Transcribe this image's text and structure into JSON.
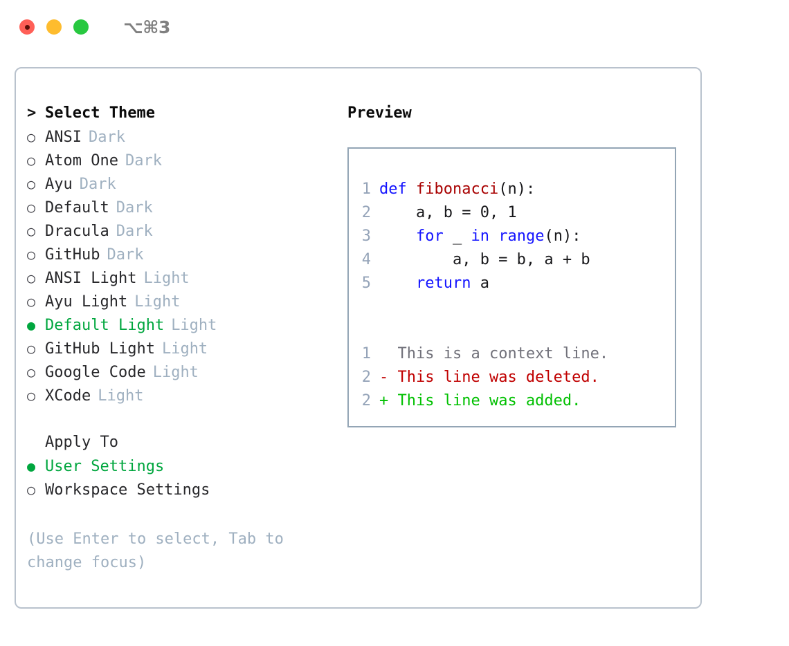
{
  "titlebar": {
    "shortcut": "⌥⌘3",
    "lights": [
      {
        "name": "close",
        "color": "#ff5f57"
      },
      {
        "name": "minimize",
        "color": "#febc2e"
      },
      {
        "name": "maximize",
        "color": "#28c840"
      }
    ]
  },
  "theme_picker": {
    "caret": ">",
    "header": "Select Theme",
    "bullet_unselected": "○",
    "bullet_selected": "●",
    "items": [
      {
        "name": "ANSI",
        "tag": "Dark",
        "selected": false
      },
      {
        "name": "Atom One",
        "tag": "Dark",
        "selected": false
      },
      {
        "name": "Ayu",
        "tag": "Dark",
        "selected": false
      },
      {
        "name": "Default",
        "tag": "Dark",
        "selected": false
      },
      {
        "name": "Dracula",
        "tag": "Dark",
        "selected": false
      },
      {
        "name": "GitHub",
        "tag": "Dark",
        "selected": false
      },
      {
        "name": "ANSI Light",
        "tag": "Light",
        "selected": false
      },
      {
        "name": "Ayu Light",
        "tag": "Light",
        "selected": false
      },
      {
        "name": "Default Light",
        "tag": "Light",
        "selected": true
      },
      {
        "name": "GitHub Light",
        "tag": "Light",
        "selected": false
      },
      {
        "name": "Google Code",
        "tag": "Light",
        "selected": false
      },
      {
        "name": "XCode",
        "tag": "Light",
        "selected": false
      }
    ]
  },
  "apply_to": {
    "label": "Apply To",
    "options": [
      {
        "name": "User Settings",
        "selected": true
      },
      {
        "name": "Workspace Settings",
        "selected": false
      }
    ]
  },
  "hint": "(Use Enter to select, Tab to change focus)",
  "preview": {
    "title": "Preview",
    "code": [
      {
        "lineno": "1",
        "tokens": [
          {
            "t": "def ",
            "c": "kw"
          },
          {
            "t": "fibonacci",
            "c": "fn"
          },
          {
            "t": "(n):",
            "c": "plain"
          }
        ]
      },
      {
        "lineno": "2",
        "tokens": [
          {
            "t": "    a, b = 0, 1",
            "c": "plain"
          }
        ]
      },
      {
        "lineno": "3",
        "tokens": [
          {
            "t": "    ",
            "c": "plain"
          },
          {
            "t": "for",
            "c": "kw"
          },
          {
            "t": " _ ",
            "c": "plain"
          },
          {
            "t": "in",
            "c": "kw"
          },
          {
            "t": " ",
            "c": "plain"
          },
          {
            "t": "range",
            "c": "kw"
          },
          {
            "t": "(n):",
            "c": "plain"
          }
        ]
      },
      {
        "lineno": "4",
        "tokens": [
          {
            "t": "        a, b = b, a + b",
            "c": "plain"
          }
        ]
      },
      {
        "lineno": "5",
        "tokens": [
          {
            "t": "    ",
            "c": "plain"
          },
          {
            "t": "return",
            "c": "kw"
          },
          {
            "t": " a",
            "c": "plain"
          }
        ]
      }
    ],
    "diff": [
      {
        "lineno": "1",
        "marker": " ",
        "text": "This is a context line.",
        "kind": "context"
      },
      {
        "lineno": "2",
        "marker": "-",
        "text": "This line was deleted.",
        "kind": "deleted"
      },
      {
        "lineno": "2",
        "marker": "+",
        "text": "This line was added.",
        "kind": "added"
      }
    ]
  },
  "colors": {
    "selected_green": "#00a63e",
    "tag_gray": "#9fb0c0",
    "card_border": "#b9c2cd",
    "panel_border": "#93a5b5",
    "keyword_blue": "#1414ff",
    "function_red": "#a80000",
    "diff_deleted": "#c00000",
    "diff_added": "#00c000",
    "lineno_gray": "#94a3b8"
  }
}
